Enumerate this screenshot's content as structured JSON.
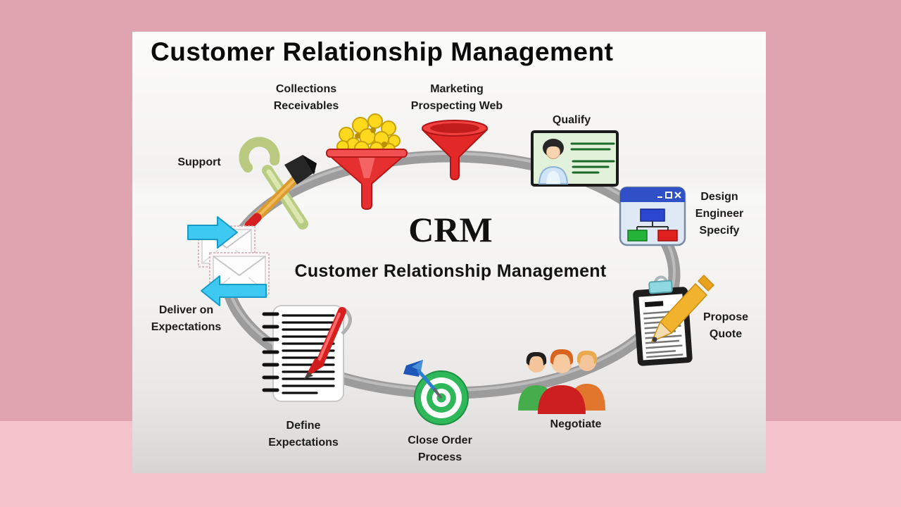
{
  "title": "Customer Relationship Management",
  "center": {
    "acronym": "CRM",
    "subtitle": "Customer Relationship Management"
  },
  "stages": [
    {
      "id": "collections",
      "label": "Collections\nReceivables",
      "icon": "gold-funnel-icon"
    },
    {
      "id": "marketing",
      "label": "Marketing\nProspecting Web",
      "icon": "funnel-icon"
    },
    {
      "id": "qualify",
      "label": "Qualify",
      "icon": "id-card-icon"
    },
    {
      "id": "design",
      "label": "Design\nEngineer\nSpecify",
      "icon": "app-window-flowchart-icon"
    },
    {
      "id": "propose",
      "label": "Propose\nQuote",
      "icon": "clipboard-pencil-icon"
    },
    {
      "id": "negotiate",
      "label": "Negotiate",
      "icon": "people-group-icon"
    },
    {
      "id": "close",
      "label": "Close Order\nProcess",
      "icon": "target-dart-icon"
    },
    {
      "id": "define",
      "label": "Define\nExpectations",
      "icon": "notepad-pen-icon"
    },
    {
      "id": "deliver",
      "label": "Deliver on\nExpectations",
      "icon": "envelopes-arrows-icon"
    },
    {
      "id": "support",
      "label": "Support",
      "icon": "tools-icon"
    }
  ],
  "colors": {
    "background_top": "#e0a4b0",
    "background_bottom": "#f4c3cc",
    "canvas": "#f4f3f1",
    "ring_gray": "#9c9c9c",
    "funnel_red": "#e32828",
    "arrow_cyan": "#3ec9f2",
    "target_green": "#2eb85a",
    "text": "#1c1c1c"
  }
}
